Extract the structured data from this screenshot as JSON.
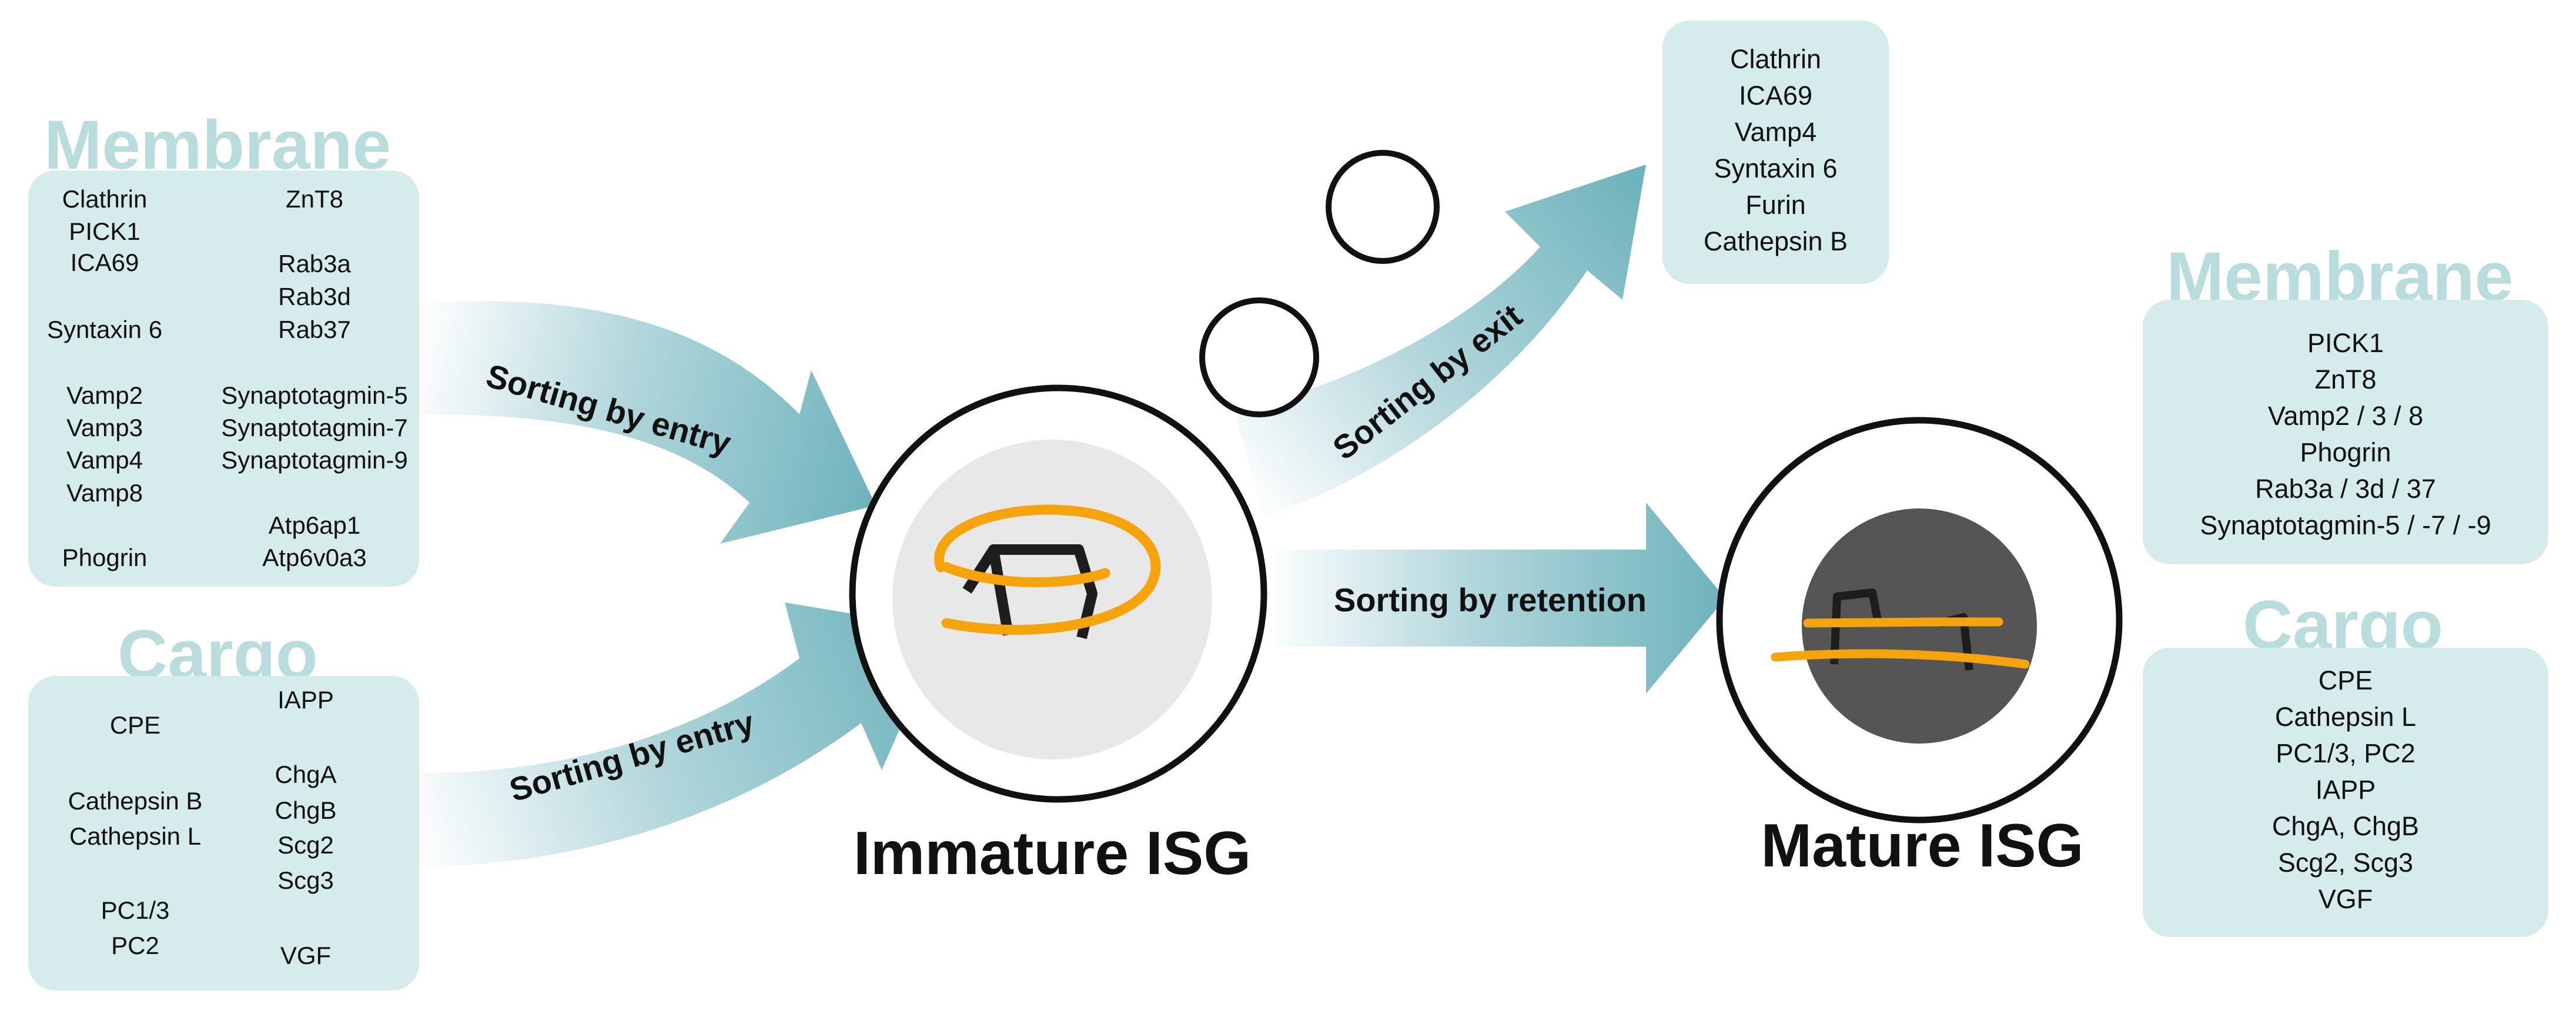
{
  "left_membrane": {
    "heading": "Membrane",
    "col1": [
      "Clathrin",
      "PICK1",
      "ICA69",
      "Syntaxin 6",
      "Vamp2",
      "Vamp3",
      "Vamp4",
      "Vamp8",
      "Phogrin"
    ],
    "col2": [
      "ZnT8",
      "Rab3a",
      "Rab3d",
      "Rab37",
      "Synaptotagmin-5",
      "Synaptotagmin-7",
      "Synaptotagmin-9",
      "Atp6ap1",
      "Atp6v0a3"
    ]
  },
  "left_cargo": {
    "heading": "Cargo",
    "col1": [
      "CPE",
      "Cathepsin B",
      "Cathepsin L",
      "PC1/3",
      "PC2"
    ],
    "col2": [
      "IAPP",
      "ChgA",
      "ChgB",
      "Scg2",
      "Scg3",
      "VGF"
    ]
  },
  "exit_box": {
    "items": [
      "Clathrin",
      "ICA69",
      "Vamp4",
      "Syntaxin 6",
      "Furin",
      "Cathepsin B"
    ]
  },
  "right_membrane": {
    "heading": "Membrane",
    "items": [
      "PICK1",
      "ZnT8",
      "Vamp2 / 3 / 8",
      "Phogrin",
      "Rab3a / 3d / 37",
      "Synaptotagmin-5 / -7 / -9"
    ]
  },
  "right_cargo": {
    "heading": "Cargo",
    "items": [
      "CPE",
      "Cathepsin L",
      "PC1/3, PC2",
      "IAPP",
      "ChgA, ChgB",
      "Scg2, Scg3",
      "VGF"
    ]
  },
  "arrows": {
    "entry_top": "Sorting by entry",
    "entry_bottom": "Sorting by entry",
    "exit": "Sorting by exit",
    "retention": "Sorting by retention"
  },
  "labels": {
    "immature": "Immature ISG",
    "mature": "Mature ISG"
  },
  "colors": {
    "box_fill": "#d6ebeb",
    "heading_text": "#b9dcdc",
    "arrow_teal": "#6fb3bd",
    "orange_strand": "#f5a40c",
    "immature_core": "#e8e8e8",
    "mature_core": "#555555"
  }
}
